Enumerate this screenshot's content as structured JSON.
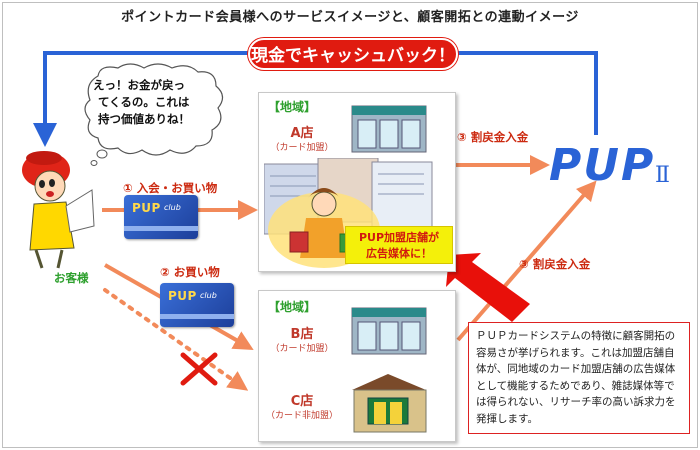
{
  "title": "ポイントカード会員様へのサービスイメージと、顧客開拓との連動イメージ",
  "cashback": "現金でキャッシュバック！",
  "speech_bubble": [
    "えっ！お金が戻っ",
    "てくるの。これは",
    "持つ価値ありね！"
  ],
  "customer_label": "お客様",
  "flows": {
    "join_purchase": "① 入会・お買い物",
    "purchase": "② お買い物",
    "rebate_top": "③ 割戻金入金",
    "rebate_mid": "③ 割戻金入金"
  },
  "card": {
    "logo": "PUP",
    "club": "club"
  },
  "store_a": {
    "area": "【地域】",
    "name": "A店",
    "sub": "（カード加盟）"
  },
  "store_b": {
    "area": "【地域】",
    "name": "B店",
    "sub": "（カード加盟）"
  },
  "store_c": {
    "name": "C店",
    "sub": "（カード非加盟）"
  },
  "ad_badge": [
    "PUP加盟店舗が",
    "広告媒体に！"
  ],
  "logo": {
    "text": "PUP",
    "suffix": "Ⅱ"
  },
  "description": "ＰＵＰカードシステムの特徴に顧客開拓の容易さが挙げられます。これは加盟店舗自体が、同地域のカード加盟店舗の広告媒体として機能するためであり、雑誌媒体等では得られない、リサーチ率の高い訴求力を発揮します。",
  "colors": {
    "red": "#e01b10",
    "blue": "#2a63d6",
    "green": "#2ea02e",
    "orange_arrow": "#f28a5a"
  }
}
